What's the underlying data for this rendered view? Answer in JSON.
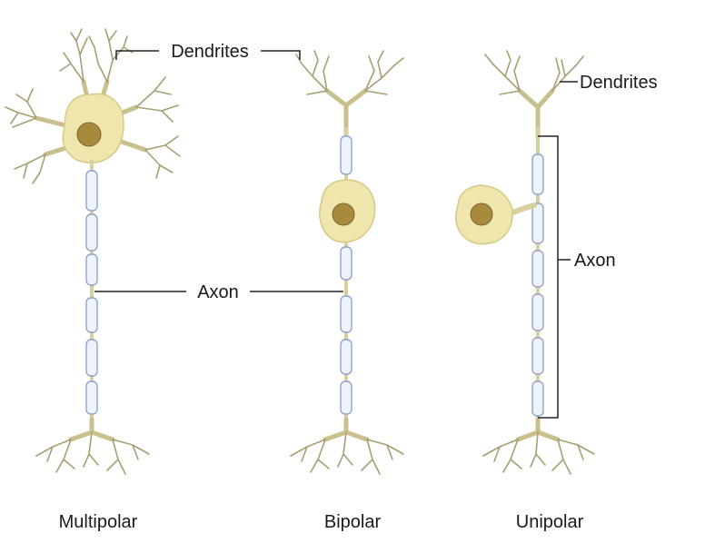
{
  "labels": {
    "dendrites_top": "Dendrites",
    "dendrites_right": "Dendrites",
    "axon_middle": "Axon",
    "axon_right": "Axon"
  },
  "neurons": [
    {
      "type_label": "Multipolar"
    },
    {
      "type_label": "Bipolar"
    },
    {
      "type_label": "Unipolar"
    }
  ],
  "colors": {
    "background": "#ffffff",
    "cell_body": "#efe6ad",
    "nucleus": "#a88a3d",
    "myelin": "#eef3fb",
    "myelin_outline": "#8ea5c9",
    "dendrite": "#a79f73"
  }
}
